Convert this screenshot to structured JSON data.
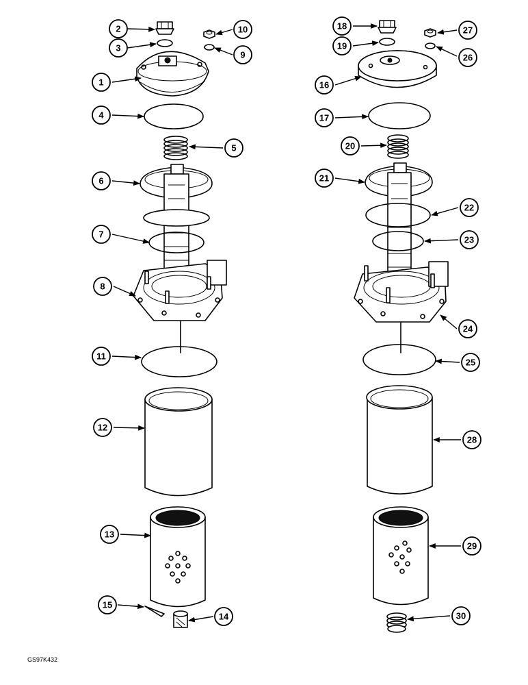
{
  "figure_code": "GS97K432",
  "callouts": {
    "c1": "1",
    "c2": "2",
    "c3": "3",
    "c4": "4",
    "c5": "5",
    "c6": "6",
    "c7": "7",
    "c8": "8",
    "c9": "9",
    "c10": "10",
    "c11": "11",
    "c12": "12",
    "c13": "13",
    "c14": "14",
    "c15": "15",
    "c16": "16",
    "c17": "17",
    "c18": "18",
    "c19": "19",
    "c20": "20",
    "c21": "21",
    "c22": "22",
    "c23": "23",
    "c24": "24",
    "c25": "25",
    "c26": "26",
    "c27": "27",
    "c28": "28",
    "c29": "29",
    "c30": "30"
  }
}
